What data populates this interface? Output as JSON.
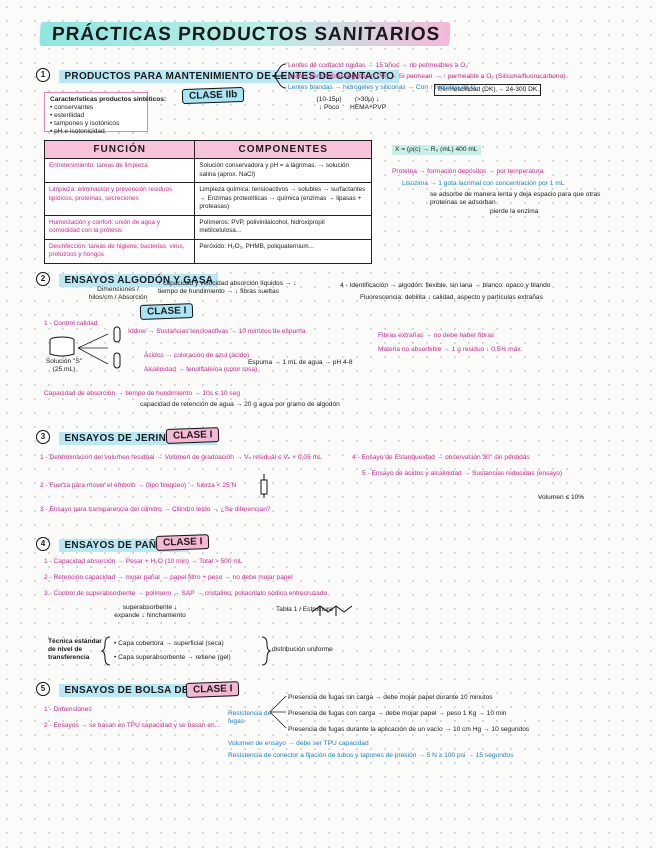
{
  "title": "PRÁCTICAS PRODUCTOS SANITARIOS",
  "section1": {
    "num": "1",
    "title": "PRODUCTOS PARA MANTENIMIENTO DE LENTES DE CONTACTO",
    "lines": [
      "Lentes de contacto rígidas → 15 años → no permeables a O₂",
      "Lentes permeables a gases (LPG) → Si permean → ↑ permeable a O₂ (Silicona/fluorocarbono)",
      "Lentes blandas → hidrogeles y siliconas → Con ↑ hidrofilia de O₂",
      "Permeabilidad (DK) → 24-300 DK"
    ],
    "sub_left": "(10-15µ) ↓ Poco",
    "sub_right": "(>30µ) ↓ HEMA+PVP",
    "clase": "CLASE IIb",
    "characteristics_title": "Características productos sintéticos:",
    "characteristics": [
      "conservantes",
      "esterilidad",
      "tampones y isotónicos",
      "pH e isotonicidad"
    ],
    "table": {
      "headers": [
        "FUNCIÓN",
        "COMPONENTES"
      ],
      "rows": [
        [
          "Entretenimiento: tareas de limpieza",
          "Solución conservadora y pH = a lágrimas. → solución salina (aprox. NaCl)"
        ],
        [
          "Limpieza: eliminación y prevención residuos lipídicos, proteínas, secreciones",
          "Limpieza química: tensioactivos → solubles → surfactantes → Enzimas proteolíticas → química (enzimas → lipasas + proteasas)"
        ],
        [
          "Humectación y confort: unión de agua y comodidad con la prótesis",
          "Polímeros: PVP, polivinilalcohol, hidroxipropil metilcelulosa..."
        ],
        [
          "Desinfección: tareas de higiene, bacterias, virus, protozoos y hongos",
          "Peróxido: H₂O₂, PHMB, poliquaternium..."
        ]
      ]
    },
    "right_formula": "X = (ρ(c) → R₀ (mL) 400 mL",
    "right_lines": [
      "Proteína → formación depósitos → por temperatura",
      "Lisozima → 1 gota lacrimal con concentración por 1 mL",
      "se adsorbe de manera lenta y deja espacio para que otras proteínas se adsorban",
      "pierde la enzima"
    ]
  },
  "section2": {
    "num": "2",
    "title": "ENSAYOS ALGODÓN Y GASA",
    "clase": "CLASE I",
    "top_left": "Dimensiones / hilos/cm / Absorción",
    "top_mid": "↑ capacidad y velocidad absorción líquidos → ↓ tiempo de hundimiento → ↓ fibras sueltas",
    "right_top": "4 - Identificación → algodón: flexible, sin lana → blanco: opaco y blando",
    "right_top2": "Fluorescencia: debilita ↓ calidad, aspecto y partículas extrañas",
    "control": "1 - Control calidad",
    "items": [
      "Iodine → Sustancias tensioactivas → 10 minutos de espuma",
      "Ácidos → coloración de azul (ácido)",
      "Alcalinidad → fenolftaleína (color rosa)",
      "Espuma → 1 mL de agua → pH 4-8"
    ],
    "solucion": "Solución \"S\" (25 mL)",
    "capacidad": "Capacidad de absorción → tiempo de hundimiento → 10s ≤ 10 seg",
    "capacidad2": "capacidad de retención de agua → 20 g agua por gramo de algodón",
    "fibras": "Fibras extrañas → no debe haber fibras",
    "materia": "Materia no absorbible → 1 g residuo ↓ 0,5% máx."
  },
  "section3": {
    "num": "3",
    "title": "ENSAYOS DE JERINGUILLAS",
    "clase": "CLASE I",
    "items": [
      "1 - Determinación del volumen residual → Volumen de graduación → Vₙ residual ≤ Vₙ × 0,05 mL",
      "2 - Fuerza para mover el émbolo → (tipo bloqueo) → fuerza < 25 N",
      "3 - Ensayo para transparencia del cilindro → Cilindro leído → ¿Se diferencian?",
      "4 - Ensayo de Estanqueidad → observación 30'' sin pérdidas",
      "5 - Ensayo de ácidos y alcalinidad → Sustancias reducidas (ensayo)"
    ],
    "note": "Volumen ≤ 10%"
  },
  "section4": {
    "num": "4",
    "title": "ENSAYOS DE PAÑALES",
    "clase": "CLASE I",
    "items": [
      "1 - Capacidad absorción → Pesar + H₂O (10 min) → Total > 500 mL",
      "2 - Retención capacidad → mojar pañal → papel filtro + peso → no debe mojar papel",
      "3 - Control de superabsorbente → polímero → SAP → cristalino: poliacrilato sódico entrecruzado"
    ],
    "sub": "superabsorbente ↓ expande ↓ hinchamiento",
    "tabla_note": "Tabla 1 / Estructura",
    "trans_label": "Técnica estándar de nivel de transferencia",
    "trans_lines": [
      "Capa cobertora → superficial (seca)",
      "Capa superabsorbente → retiene (gel)"
    ],
    "trans_right": "distribución uniforme"
  },
  "section5": {
    "num": "5",
    "title": "ENSAYOS DE BOLSA DE ORINA",
    "clase": "CLASE I",
    "left_items": [
      "1 - Dimensiones",
      "2 - Ensayos → se basan en TPU capacidad y se basan en..."
    ],
    "mid_label": "Resistencia de fugas",
    "right_items": [
      "Presencia de fugas sin carga → debe mojar papel durante 10 minutos",
      "Presencia de fugas con carga → debe mojar papel → peso 1 Kg → 10 min",
      "Presencia de fugas durante la aplicación de un vacío → 10 cm Hg → 10 segundos",
      "Volumen de ensayo → debe ser TPU capacidad",
      "Resistencia de conector a fijación de tubos y tapones de presión → 5 N ≥ 100 psi → 15 segundos"
    ]
  }
}
